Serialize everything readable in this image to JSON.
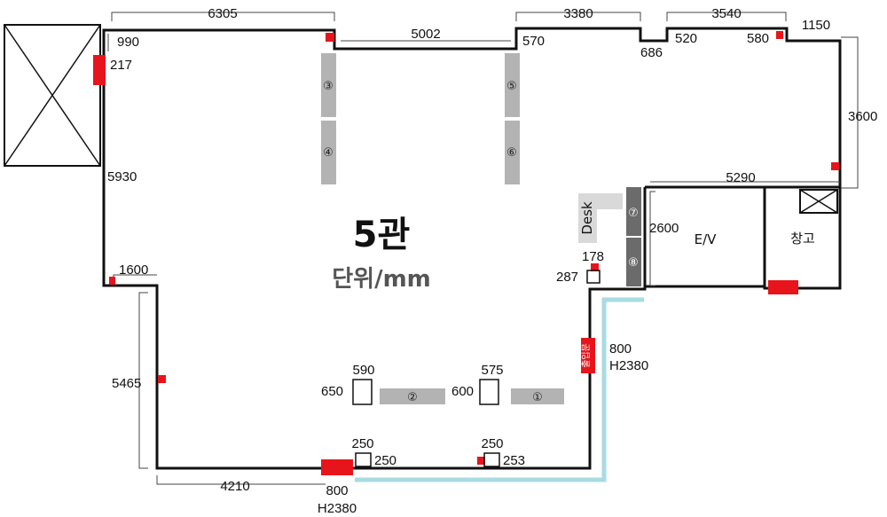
{
  "title": "5관",
  "unit_label": "단위/mm",
  "rooms": {
    "ev": "E/V",
    "storage": "창고",
    "desk": "Desk"
  },
  "entrance_vertical_label": "출입문",
  "dimensions": {
    "top_left": "6305",
    "top_mid": "5002",
    "top_right_a": "3380",
    "top_right_b": "3540",
    "corner_1150": "1150",
    "v990": "990",
    "v217": "217",
    "v570": "570",
    "v686": "686",
    "v520": "520",
    "v580": "580",
    "right_3600": "3600",
    "left_5930": "5930",
    "mid_5290": "5290",
    "ev_2600": "2600",
    "d178": "178",
    "d287": "287",
    "left_1600": "1600",
    "left_5465": "5465",
    "bottom_4210": "4210",
    "bottom_door_w": "800",
    "bottom_door_h": "H2380",
    "side_door_w": "800",
    "side_door_h": "H2380",
    "box_590": "590",
    "box_650": "650",
    "box_575": "575",
    "box_600": "600",
    "small_250_a": "250",
    "small_250_b": "250",
    "small_250_c": "250",
    "small_253": "253"
  },
  "panels": [
    "①",
    "②",
    "③",
    "④",
    "⑤",
    "⑥",
    "⑦",
    "⑧"
  ],
  "colors": {
    "wall": "#111111",
    "outlet": "#e8141c",
    "panel": "#b3b3b3",
    "dark_panel": "#6b6b6b",
    "path": "#a9dbe2"
  }
}
